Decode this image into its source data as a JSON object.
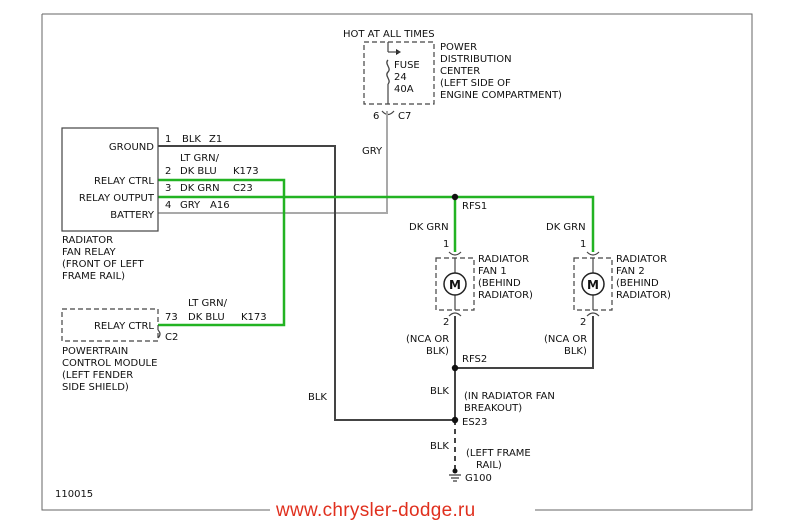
{
  "labels": {
    "hot_at_all_times": "HOT AT ALL TIMES",
    "pdc": [
      "POWER",
      "DISTRIBUTION",
      "CENTER",
      "(LEFT SIDE OF",
      "ENGINE COMPARTMENT)"
    ],
    "fuse": "FUSE",
    "fuse_number": "24",
    "fuse_rating": "40A",
    "pdc_pin": "6",
    "pdc_connector": "C7",
    "gry_wire": "GRY",
    "relay_pins": {
      "ground": "GROUND",
      "relay_ctrl": "RELAY CTRL",
      "relay_output": "RELAY OUTPUT",
      "battery": "BATTERY"
    },
    "relay_wires": {
      "pin1": "1",
      "pin1_color": "BLK",
      "pin1_circuit": "Z1",
      "pin2_color_line1": "LT GRN/",
      "pin2": "2",
      "pin2_color_line2": "DK BLU",
      "pin2_circuit": "K173",
      "pin3": "3",
      "pin3_color": "DK GRN",
      "pin3_circuit": "C23",
      "pin4": "4",
      "pin4_color": "GRY",
      "pin4_circuit": "A16"
    },
    "relay_name": [
      "RADIATOR",
      "FAN RELAY",
      "(FRONT OF LEFT",
      "FRAME RAIL)"
    ],
    "pcm_pin_label": "RELAY CTRL",
    "pcm_pin": "73",
    "pcm_connector": "C2",
    "pcm_wire_line1": "LT GRN/",
    "pcm_wire_line2": "DK BLU",
    "pcm_wire_circuit": "K173",
    "pcm_name": [
      "POWERTRAIN",
      "CONTROL MODULE",
      "(LEFT FENDER",
      "SIDE SHIELD)"
    ],
    "rfs1": "RFS1",
    "fan1_wire": "DK GRN",
    "fan2_wire": "DK GRN",
    "fan1_pin1": "1",
    "fan2_pin1": "1",
    "fan1_name": [
      "RADIATOR",
      "FAN 1",
      "(BEHIND",
      "RADIATOR)"
    ],
    "fan2_name": [
      "RADIATOR",
      "FAN 2",
      "(BEHIND",
      "RADIATOR)"
    ],
    "motor_symbol": "M",
    "fan1_pin2": "2",
    "fan2_pin2": "2",
    "fan1_ground_wire": [
      "(NCA OR",
      "BLK)"
    ],
    "fan2_ground_wire": [
      "(NCA OR",
      "BLK)"
    ],
    "rfs2": "RFS2",
    "blk_upper": "BLK",
    "breakout": [
      "(IN RADIATOR FAN",
      "BREAKOUT)"
    ],
    "es23": "ES23",
    "blk_lower": "BLK",
    "frame_rail": [
      "(LEFT FRAME",
      "RAIL)"
    ],
    "g100": "G100",
    "blk_left": "BLK",
    "figure_number": "110015",
    "watermark": "www.chrysler-dodge.ru"
  },
  "colors": {
    "green_wire": "#22b322",
    "gray_wire": "#a9a9a9",
    "black_wire": "#444444",
    "watermark": "#e0301e"
  }
}
